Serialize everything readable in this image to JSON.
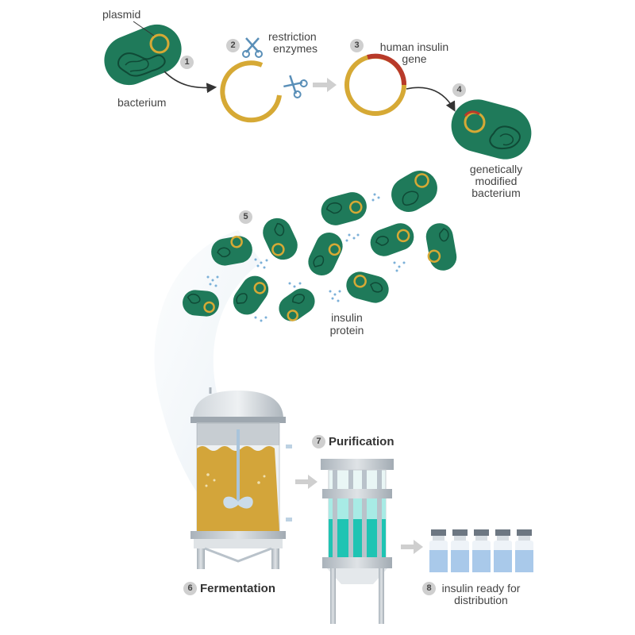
{
  "steps": [
    {
      "num": "1",
      "text": ""
    },
    {
      "num": "2",
      "text": ""
    },
    {
      "num": "3",
      "text": ""
    },
    {
      "num": "4",
      "text": ""
    },
    {
      "num": "5",
      "text": ""
    },
    {
      "num": "6",
      "text": "Fermentation"
    },
    {
      "num": "7",
      "text": "Purification"
    },
    {
      "num": "8",
      "text": "insulin ready for distribution"
    }
  ],
  "labels": {
    "plasmid": "plasmid",
    "bacterium": "bacterium",
    "restriction_line1": "restriction",
    "restriction_line2": "enzymes",
    "human_line1": "human insulin",
    "human_line2": "gene",
    "gm_line1": "genetically",
    "gm_line2": "modified",
    "gm_line3": "bacterium",
    "insulin_line1": "insulin",
    "insulin_line2": "protein",
    "ready_line1": "insulin ready for",
    "ready_line2": "distribution"
  },
  "colors": {
    "bacterium": "#1f7a5a",
    "bacterium_dark": "#0f4a36",
    "plasmid": "#d6a935",
    "gene": "#b83a2a",
    "arrow": "#c9c9c9",
    "ferment_fill": "#d3a53a",
    "purify_fill": "#1fc4b3",
    "steel": "#b9c2ca",
    "vial_liquid": "#a9c9ea",
    "vial_cap": "#6d7782",
    "protein_dot": "#7bb0d8"
  },
  "icons": [
    "scissors-icon",
    "scissors-icon",
    "arrow-right-icon"
  ]
}
